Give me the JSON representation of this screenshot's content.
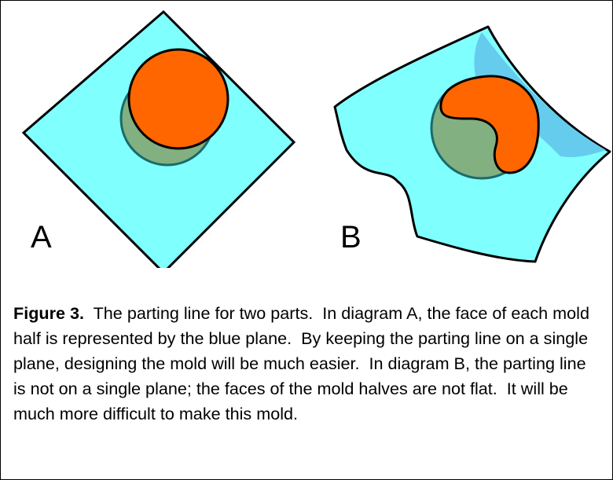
{
  "figure": {
    "diagram_a_label": "A",
    "diagram_b_label": "B",
    "caption_title": "Figure 3.",
    "caption_text": "  The parting line for two parts.  In diagram A, the face of each mold half is represented by the blue plane.  By keeping the parting line on a single plane, designing the mold will be much easier.  In diagram B, the parting line is not on a single plane; the faces of the mold halves are not flat.  It will be much more difficult to make this mold."
  },
  "colors": {
    "plane": "#80ffff",
    "plane_shade": "#66ccee",
    "part_top": "#ff6600",
    "part_bottom": "#82b081",
    "outline": "#000000"
  }
}
